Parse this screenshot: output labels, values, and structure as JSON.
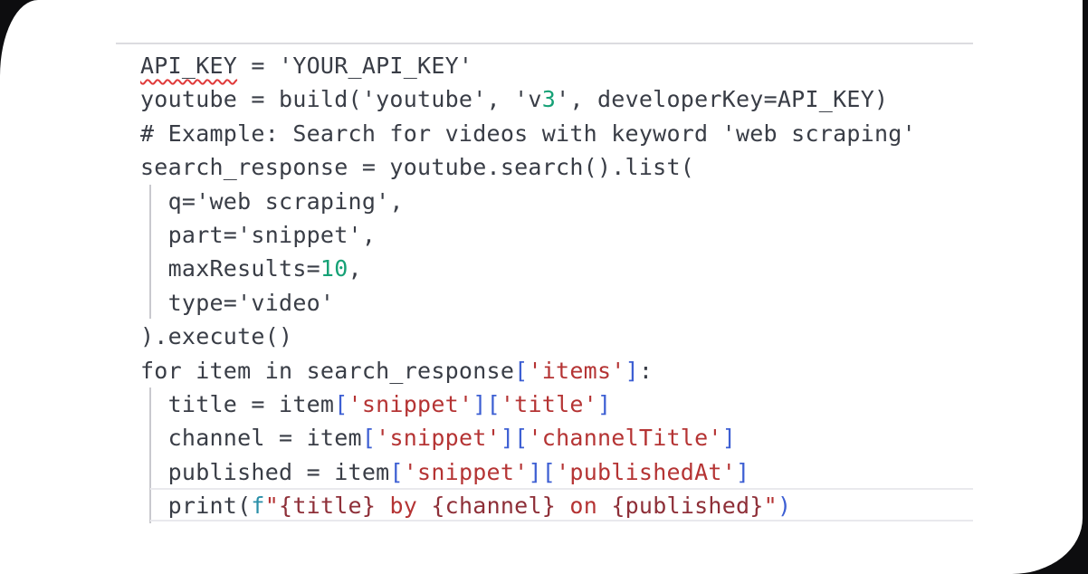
{
  "window": {
    "background_color": "#0d0d0f",
    "panel_color": "#ffffff"
  },
  "editor": {
    "colors": {
      "default": "#393d46",
      "string": "#b53434",
      "bracket": "#3d5fd3",
      "number": "#16a176",
      "fprefix": "#2a8fa8",
      "fstring_expr": "#8e2f38",
      "squiggle": "#e03a3a",
      "guide": "#c9c9ce",
      "rule": "#dcdce0",
      "active_border": "#e9e9ed"
    },
    "active_line_index": 13,
    "lines": [
      [
        {
          "t": "API_KEY",
          "c": "du"
        },
        {
          "t": " = 'YOUR_API_KEY'",
          "c": "d"
        }
      ],
      [
        {
          "t": "youtube = build('youtube', 'v",
          "c": "d"
        },
        {
          "t": "3",
          "c": "n"
        },
        {
          "t": "', developerKey=API_KEY)",
          "c": "d"
        }
      ],
      [
        {
          "t": "# Example: Search for videos with keyword 'web scraping'",
          "c": "d"
        }
      ],
      [
        {
          "t": "search_response = youtube.search().list(",
          "c": "d"
        }
      ],
      [
        {
          "t": "  q='web scraping',",
          "c": "d"
        }
      ],
      [
        {
          "t": "  part='snippet',",
          "c": "d"
        }
      ],
      [
        {
          "t": "  maxResults=",
          "c": "d"
        },
        {
          "t": "10",
          "c": "n"
        },
        {
          "t": ",",
          "c": "d"
        }
      ],
      [
        {
          "t": "  type='video'",
          "c": "d"
        }
      ],
      [
        {
          "t": ").execute()",
          "c": "d"
        }
      ],
      [
        {
          "t": "for item in search_response",
          "c": "d"
        },
        {
          "t": "[",
          "c": "b"
        },
        {
          "t": "'items'",
          "c": "s"
        },
        {
          "t": "]",
          "c": "b"
        },
        {
          "t": ":",
          "c": "d"
        }
      ],
      [
        {
          "t": "  title = item",
          "c": "d"
        },
        {
          "t": "[",
          "c": "b"
        },
        {
          "t": "'snippet'",
          "c": "s"
        },
        {
          "t": "]",
          "c": "b"
        },
        {
          "t": "[",
          "c": "b"
        },
        {
          "t": "'title'",
          "c": "s"
        },
        {
          "t": "]",
          "c": "b"
        }
      ],
      [
        {
          "t": "  channel = item",
          "c": "d"
        },
        {
          "t": "[",
          "c": "b"
        },
        {
          "t": "'snippet'",
          "c": "s"
        },
        {
          "t": "]",
          "c": "b"
        },
        {
          "t": "[",
          "c": "b"
        },
        {
          "t": "'channelTitle'",
          "c": "s"
        },
        {
          "t": "]",
          "c": "b"
        }
      ],
      [
        {
          "t": "  published = item",
          "c": "d"
        },
        {
          "t": "[",
          "c": "b"
        },
        {
          "t": "'snippet'",
          "c": "s"
        },
        {
          "t": "]",
          "c": "b"
        },
        {
          "t": "[",
          "c": "b"
        },
        {
          "t": "'publishedAt'",
          "c": "s"
        },
        {
          "t": "]",
          "c": "b"
        }
      ],
      [
        {
          "t": "  print(",
          "c": "d"
        },
        {
          "t": "f",
          "c": "f"
        },
        {
          "t": "\"",
          "c": "s"
        },
        {
          "t": "{title}",
          "c": "e"
        },
        {
          "t": " by ",
          "c": "s"
        },
        {
          "t": "{channel}",
          "c": "e"
        },
        {
          "t": " on ",
          "c": "s"
        },
        {
          "t": "{published}",
          "c": "e"
        },
        {
          "t": "\"",
          "c": "s"
        },
        {
          "t": ")",
          "c": "b"
        }
      ]
    ]
  }
}
